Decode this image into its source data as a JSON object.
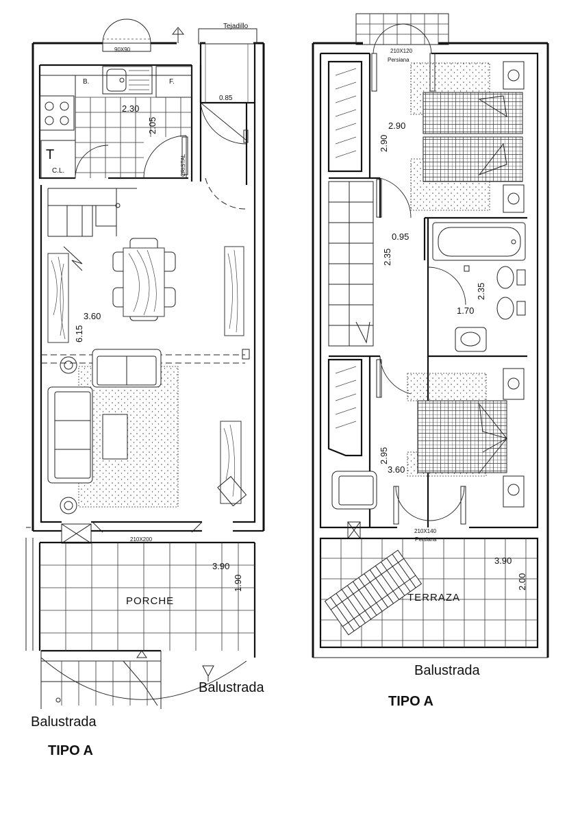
{
  "ground_floor": {
    "window_top": "90X90",
    "canopy": "Tejadillo",
    "sink_label": "B.",
    "fridge_label": "F.",
    "kitchen_width": "2.30",
    "kitchen_depth": "2.05",
    "entry_width": "0.85",
    "glass_label": "CRISTAL",
    "ct_symbol": "T",
    "ct_label": "C.L.",
    "living_width": "3.60",
    "living_depth": "6.15",
    "door_size": "210X200",
    "porch_label": "PORCHE",
    "porch_width": "3.90",
    "porch_depth": "1.90",
    "balustrade_right": "Balustrada",
    "balustrade_left": "Balustrada",
    "type_label": "TIPO A"
  },
  "upper_floor": {
    "window_top": "210X120",
    "shutter_top": "Persiana",
    "bed1_width": "2.90",
    "bed1_depth": "2.90",
    "hall_width": "0.95",
    "hall_depth": "2.35",
    "bath_depth": "2.35",
    "bath_width": "1.70",
    "bed2_depth": "2.95",
    "bed2_width": "3.60",
    "window_bottom": "210X140",
    "shutter_bottom": "Persiana",
    "terrace_width": "3.90",
    "terrace_depth": "2.00",
    "terrace_label": "TERRAZA",
    "balustrade": "Balustrada",
    "type_label": "TIPO A"
  }
}
